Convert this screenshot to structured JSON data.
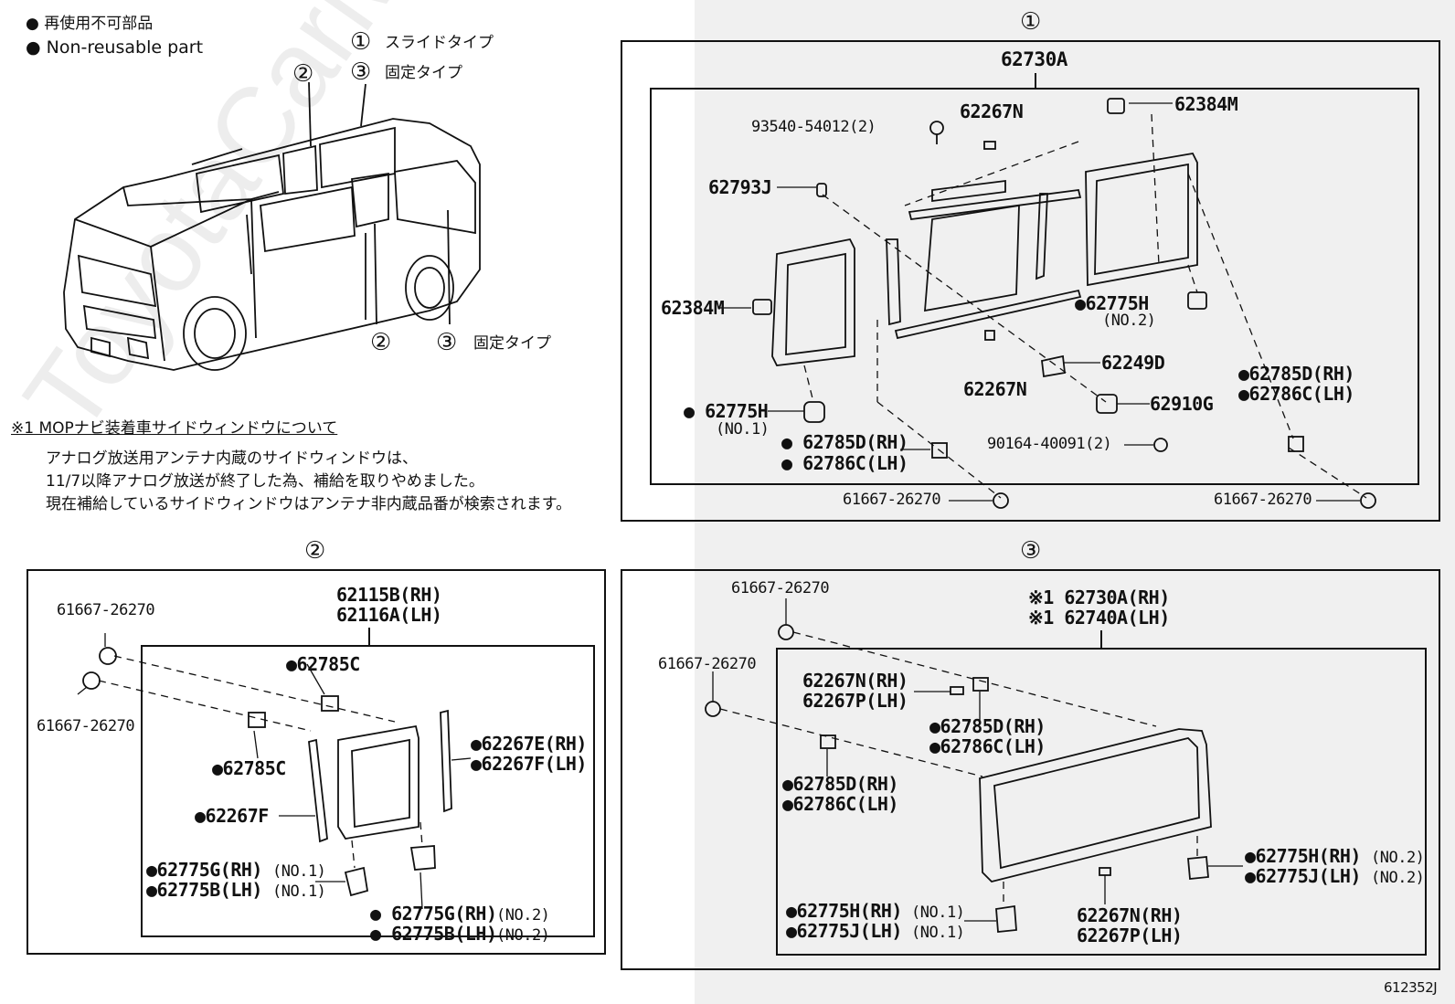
{
  "legend": {
    "jp": "● 再使用不可部品",
    "en": "● Non-reusable part",
    "circle1": "①",
    "circle3": "③",
    "slide_type": "スライドタイプ",
    "fixed_type": "固定タイプ"
  },
  "van_callouts": {
    "c2_top": "②",
    "c2_bottom": "②",
    "c3_bottom": "③",
    "fixed_bottom": "固定タイプ"
  },
  "note": {
    "title": "※1 MOPナビ装着車サイドウィンドウについて",
    "line1": "アナログ放送用アンテナ内蔵のサイドウィンドウは、",
    "line2": "11/7以降アナログ放送が終了した為、補給を取りやめました。",
    "line3": "現在補給しているサイドウィンドウはアンテナ非内蔵品番が検索されます。"
  },
  "watermark": "ToyotaCarMine.ru",
  "figure_id": "612352J",
  "panel1": {
    "num": "①",
    "assembly": "62730A",
    "p93540": "93540-54012(2)",
    "p62267N_top": "62267N",
    "p62384M_top": "62384M",
    "p62793J": "62793J",
    "p62384M_left": "62384M",
    "p62775H_no2": "●62775H",
    "no2": "(NO.2)",
    "p62249D": "62249D",
    "p62267N_bot": "62267N",
    "p62910G": "62910G",
    "p62785D": "●62785D(RH)",
    "p62786C": "●62786C(LH)",
    "p62775H_no1": "● 62775H",
    "no1": "(NO.1)",
    "p62785D_b": "● 62785D(RH)",
    "p62786C_b": "● 62786C(LH)",
    "p90164": "90164-40091(2)",
    "p61667_a": "61667-26270",
    "p61667_b": "61667-26270"
  },
  "panel2": {
    "num": "②",
    "asm_rh": "62115B(RH)",
    "asm_lh": "62116A(LH)",
    "p61667_a": "61667-26270",
    "p61667_b": "61667-26270",
    "p62785C_a": "●62785C",
    "p62785C_b": "●62785C",
    "p62267E": "●62267E(RH)",
    "p62267F_r": "●62267F(LH)",
    "p62267F": "●62267F",
    "p62775G_1": "●62775G(RH)",
    "p62775B_1": "●62775B(LH)",
    "no1": "(NO.1)",
    "p62775G_2": "● 62775G(RH)",
    "p62775B_2": "● 62775B(LH)",
    "no2": "(NO.2)"
  },
  "panel3": {
    "num": "③",
    "asm_rh": "※1 62730A(RH)",
    "asm_lh": "※1 62740A(LH)",
    "p61667_a": "61667-26270",
    "p61667_b": "61667-26270",
    "p62267N_rh": "62267N(RH)",
    "p62267P_lh": "62267P(LH)",
    "p62785D_a": "●62785D(RH)",
    "p62786C_a": "●62786C(LH)",
    "p62785D_b": "●62785D(RH)",
    "p62786C_b": "●62786C(LH)",
    "p62775H_r": "●62775H(RH)",
    "p62775J_r": "●62775J(LH)",
    "no2": "(NO.2)",
    "p62775H_b": "●62775H(RH)",
    "p62775J_b": "●62775J(LH)",
    "no1": "(NO.1)",
    "p62267N_bot": "62267N(RH)",
    "p62267P_bot": "62267P(LH)"
  }
}
